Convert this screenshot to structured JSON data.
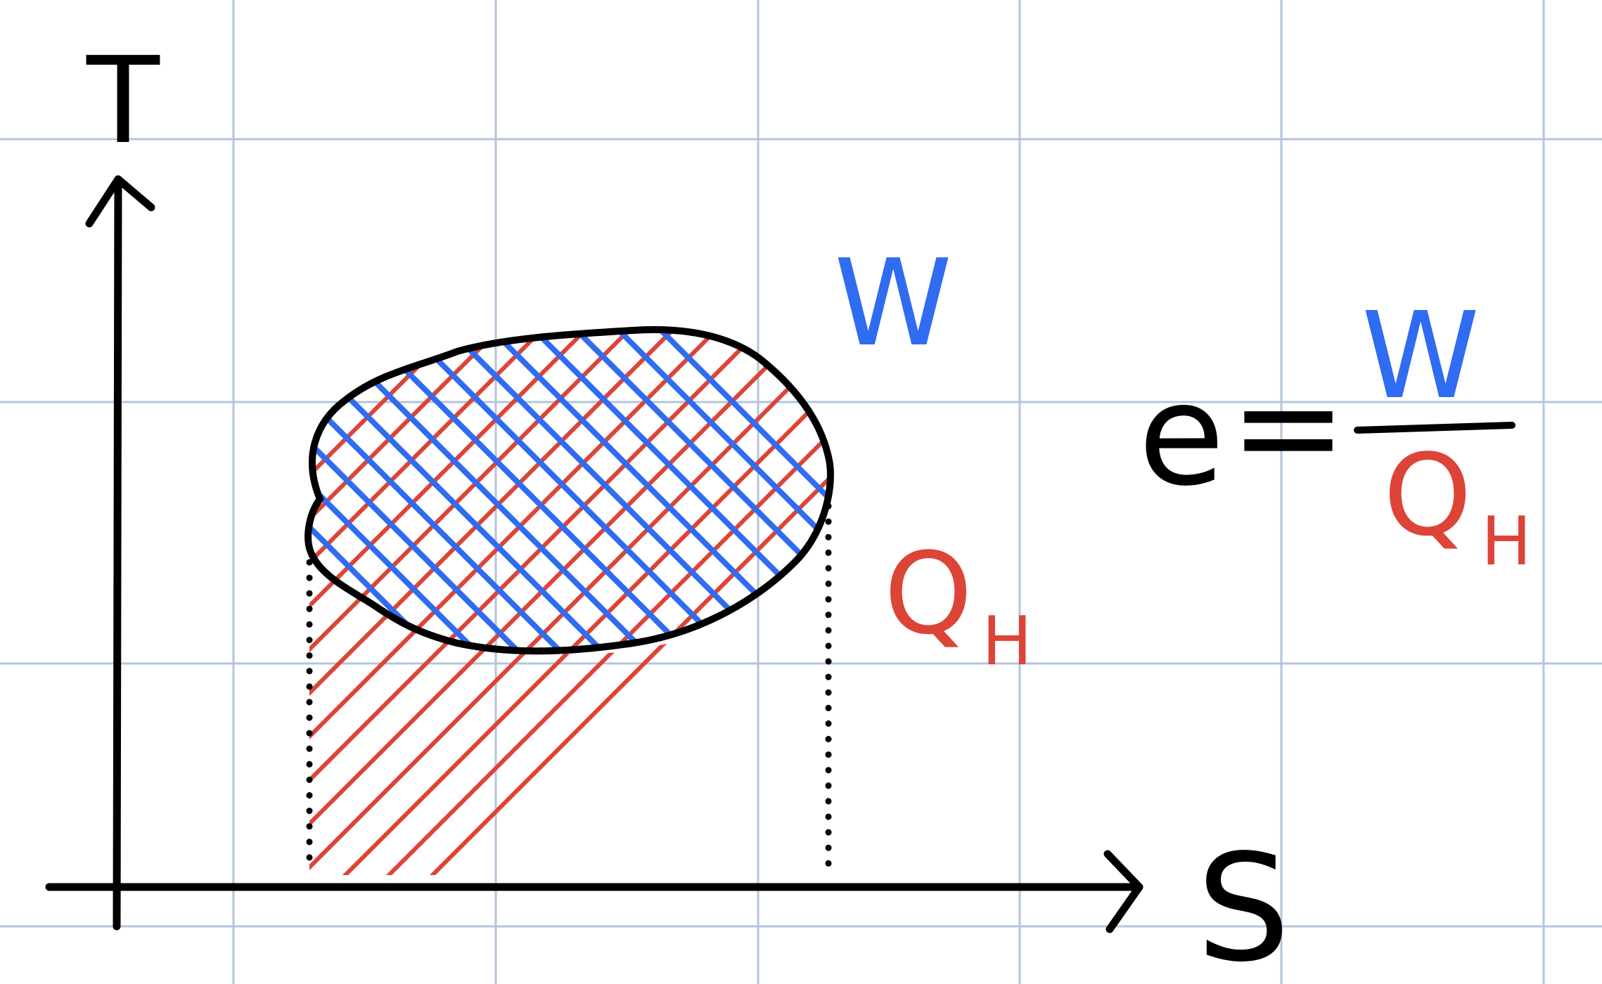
{
  "axes": {
    "y_label": "T",
    "x_label": "S"
  },
  "labels": {
    "work": "W",
    "heat": "Q",
    "heat_subscript": "H"
  },
  "equation": {
    "lhs": "e",
    "equals": "=",
    "numerator": "W",
    "denominator": "Q",
    "denominator_subscript": "H"
  },
  "colors": {
    "background": "#ffffff",
    "grid": "#b3c5dc",
    "ink": "#000000",
    "work": "#2f6cf2",
    "heat": "#dc4437"
  }
}
